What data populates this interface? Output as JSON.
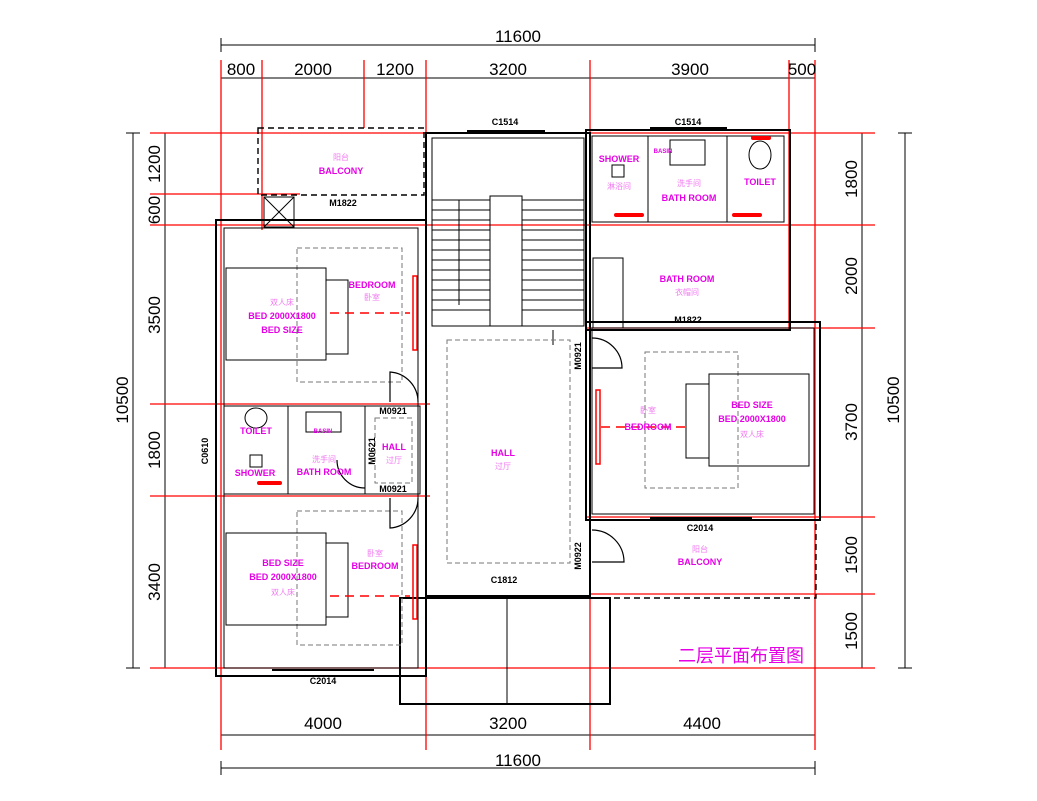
{
  "title": "二层平面布置图",
  "colors": {
    "axis": "#ff0000",
    "label": "#e600e6",
    "wall": "#000000"
  },
  "dimensions": {
    "top_total": "11600",
    "top": [
      "800",
      "2000",
      "1200",
      "3200",
      "3900",
      "500"
    ],
    "bottom": [
      "4000",
      "3200",
      "4400"
    ],
    "bottom_total": "11600",
    "left_total": "10500",
    "left": [
      "1200",
      "600",
      "3500",
      "1800",
      "3400"
    ],
    "right": [
      "1800",
      "2000",
      "3700",
      "1500",
      "1500"
    ],
    "right_total": "10500"
  },
  "openings": {
    "c1514_a": "C1514",
    "c1514_b": "C1514",
    "m1822_a": "M1822",
    "m1822_b": "M1822",
    "m0921_a": "M0921",
    "m0921_b": "M0921",
    "m0921_c": "M0921",
    "m0621": "M0621",
    "c0610": "C0610",
    "c2014_a": "C2014",
    "c2014_b": "C2014",
    "m0922": "M0922",
    "c1812": "C1812"
  },
  "rooms": {
    "balcony_nw": {
      "cn": "阳台",
      "en": "BALCONY"
    },
    "bedroom_nw": {
      "en": "BEDROOM",
      "cn": "卧室",
      "bed_cn": "双人床",
      "bed": "BED 2000X1800",
      "bed_size": "BED SIZE"
    },
    "shower_ne": {
      "en": "SHOWER",
      "cn": "淋浴间"
    },
    "basin_ne": "BASIN",
    "bath_ne": {
      "cn": "洗手间",
      "en": "BATH ROOM"
    },
    "toilet_ne": "TOILET",
    "closet": {
      "en": "BATH ROOM",
      "cn": "衣帽间"
    },
    "toilet_w": "TOILET",
    "basin_w": "BASIN",
    "shower_w": "SHOWER",
    "bath_w": {
      "cn": "洗手间",
      "en": "BATH ROOM"
    },
    "hall_small": {
      "en": "HALL",
      "cn": "过厅"
    },
    "hall_main": {
      "en": "HALL",
      "cn": "过厅"
    },
    "bedroom_e": {
      "cn": "卧室",
      "en": "BEDROOM",
      "bed_size": "BED SIZE",
      "bed": "BED 2000X1800",
      "bed_cn": "双人床"
    },
    "balcony_se": {
      "cn": "阳台",
      "en": "BALCONY"
    },
    "bedroom_sw": {
      "cn": "卧室",
      "en": "BEDROOM",
      "bed_size": "BED SIZE",
      "bed": "BED 2000X1800",
      "bed_cn": "双人床"
    }
  }
}
